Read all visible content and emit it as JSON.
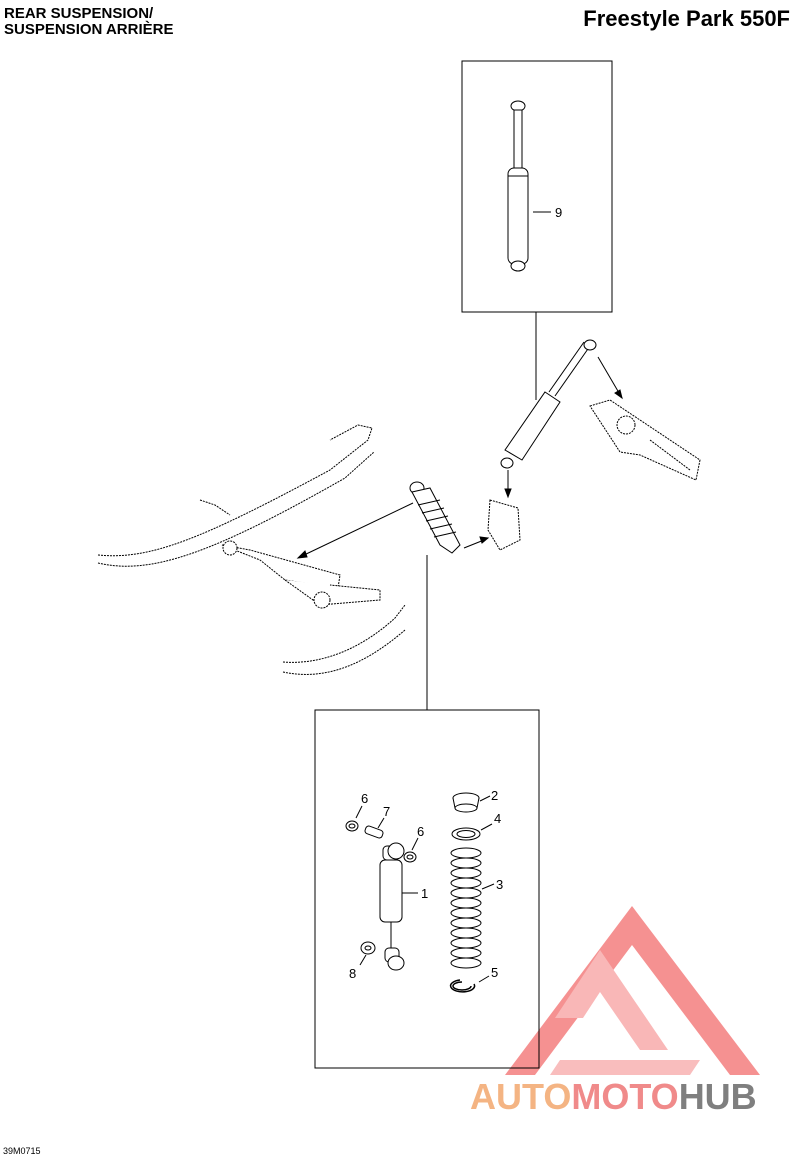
{
  "header": {
    "section_line1": "REAR SUSPENSION/",
    "section_line2": "SUSPENSION ARRIÈRE",
    "model": "Freestyle Park 550F"
  },
  "figure_code": "39M0715",
  "callouts": {
    "c1": "1",
    "c2": "2",
    "c3": "3",
    "c4": "4",
    "c5": "5",
    "c6a": "6",
    "c6b": "6",
    "c7": "7",
    "c8": "8",
    "c9": "9"
  },
  "watermark": {
    "part1": "AUTO",
    "part2": "MOTO",
    "part3": "HUB",
    "colors": {
      "auto": "#f4b483",
      "moto": "#f08a8a",
      "hub": "#7f7f7f",
      "logo": "#f26d6d"
    }
  }
}
